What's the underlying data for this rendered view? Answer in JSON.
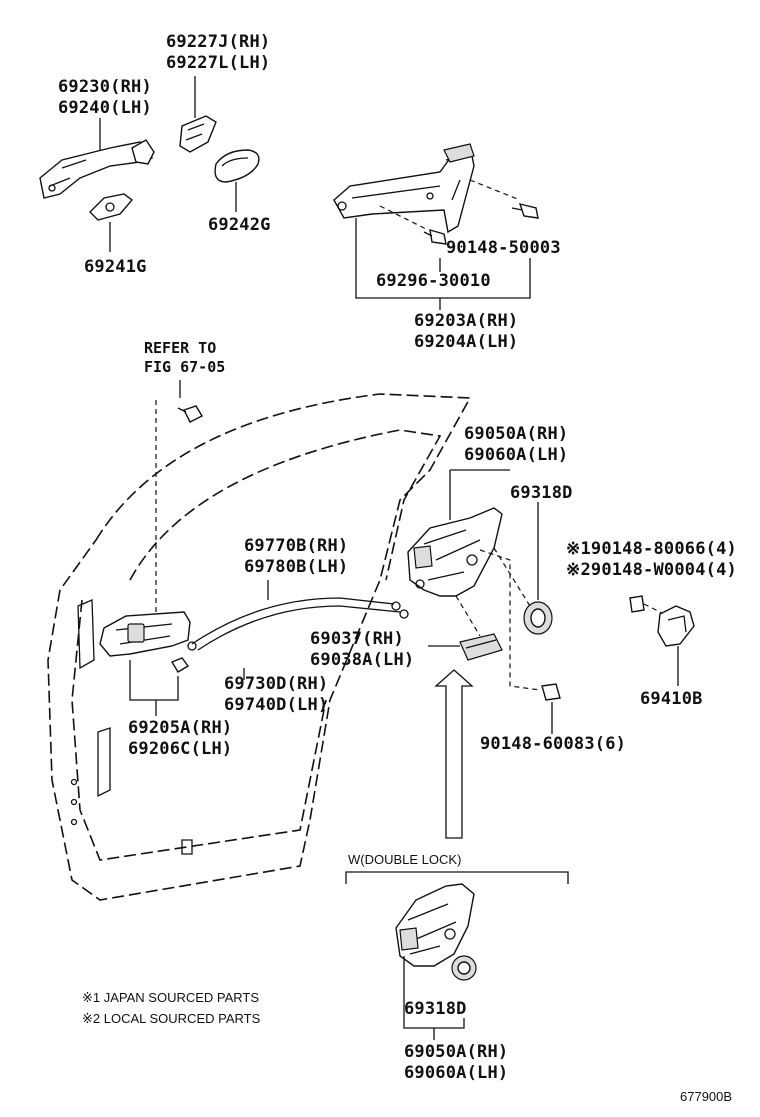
{
  "labels": {
    "p69227": [
      "69227J(RH)",
      "69227L(LH)"
    ],
    "p69230": [
      "69230(RH)",
      "69240(LH)"
    ],
    "p69242": "69242G",
    "p69241": "69241G",
    "p90148_50003": "90148-50003",
    "p69296": "69296-30010",
    "p69203": [
      "69203A(RH)",
      "69204A(LH)"
    ],
    "refer": [
      "REFER TO",
      "FIG 67-05"
    ],
    "p69050_top": [
      "69050A(RH)",
      "69060A(LH)"
    ],
    "p69318_top": "69318D",
    "p69770": [
      "69770B(RH)",
      "69780B(LH)"
    ],
    "screws_note": [
      "※190148-80066(4)",
      "※290148-W0004(4)"
    ],
    "p69037": [
      "69037(RH)",
      "69038A(LH)"
    ],
    "p69410": "69410B",
    "p69730": [
      "69730D(RH)",
      "69740D(LH)"
    ],
    "p69205": [
      "69205A(RH)",
      "69206C(LH)"
    ],
    "p90148_60083": "90148-60083(6)",
    "double_lock": "W(DOUBLE LOCK)",
    "p69318_bottom": "69318D",
    "p69050_bottom": [
      "69050A(RH)",
      "69060A(LH)"
    ],
    "footnotes": [
      "※1 JAPAN SOURCED PARTS",
      "※2 LOCAL SOURCED PARTS"
    ],
    "figure_id": "677900B"
  },
  "icons": [
    "outer-handle-icon",
    "handle-cover-icon",
    "handle-pad-icon",
    "key-cylinder-cover-icon",
    "frame-assembly-icon",
    "screw-icon",
    "door-outline-icon",
    "lock-assembly-icon",
    "seal-ring-icon",
    "cable-icon",
    "inner-handle-icon",
    "bracket-icon",
    "striker-icon",
    "arrow-up-icon"
  ]
}
